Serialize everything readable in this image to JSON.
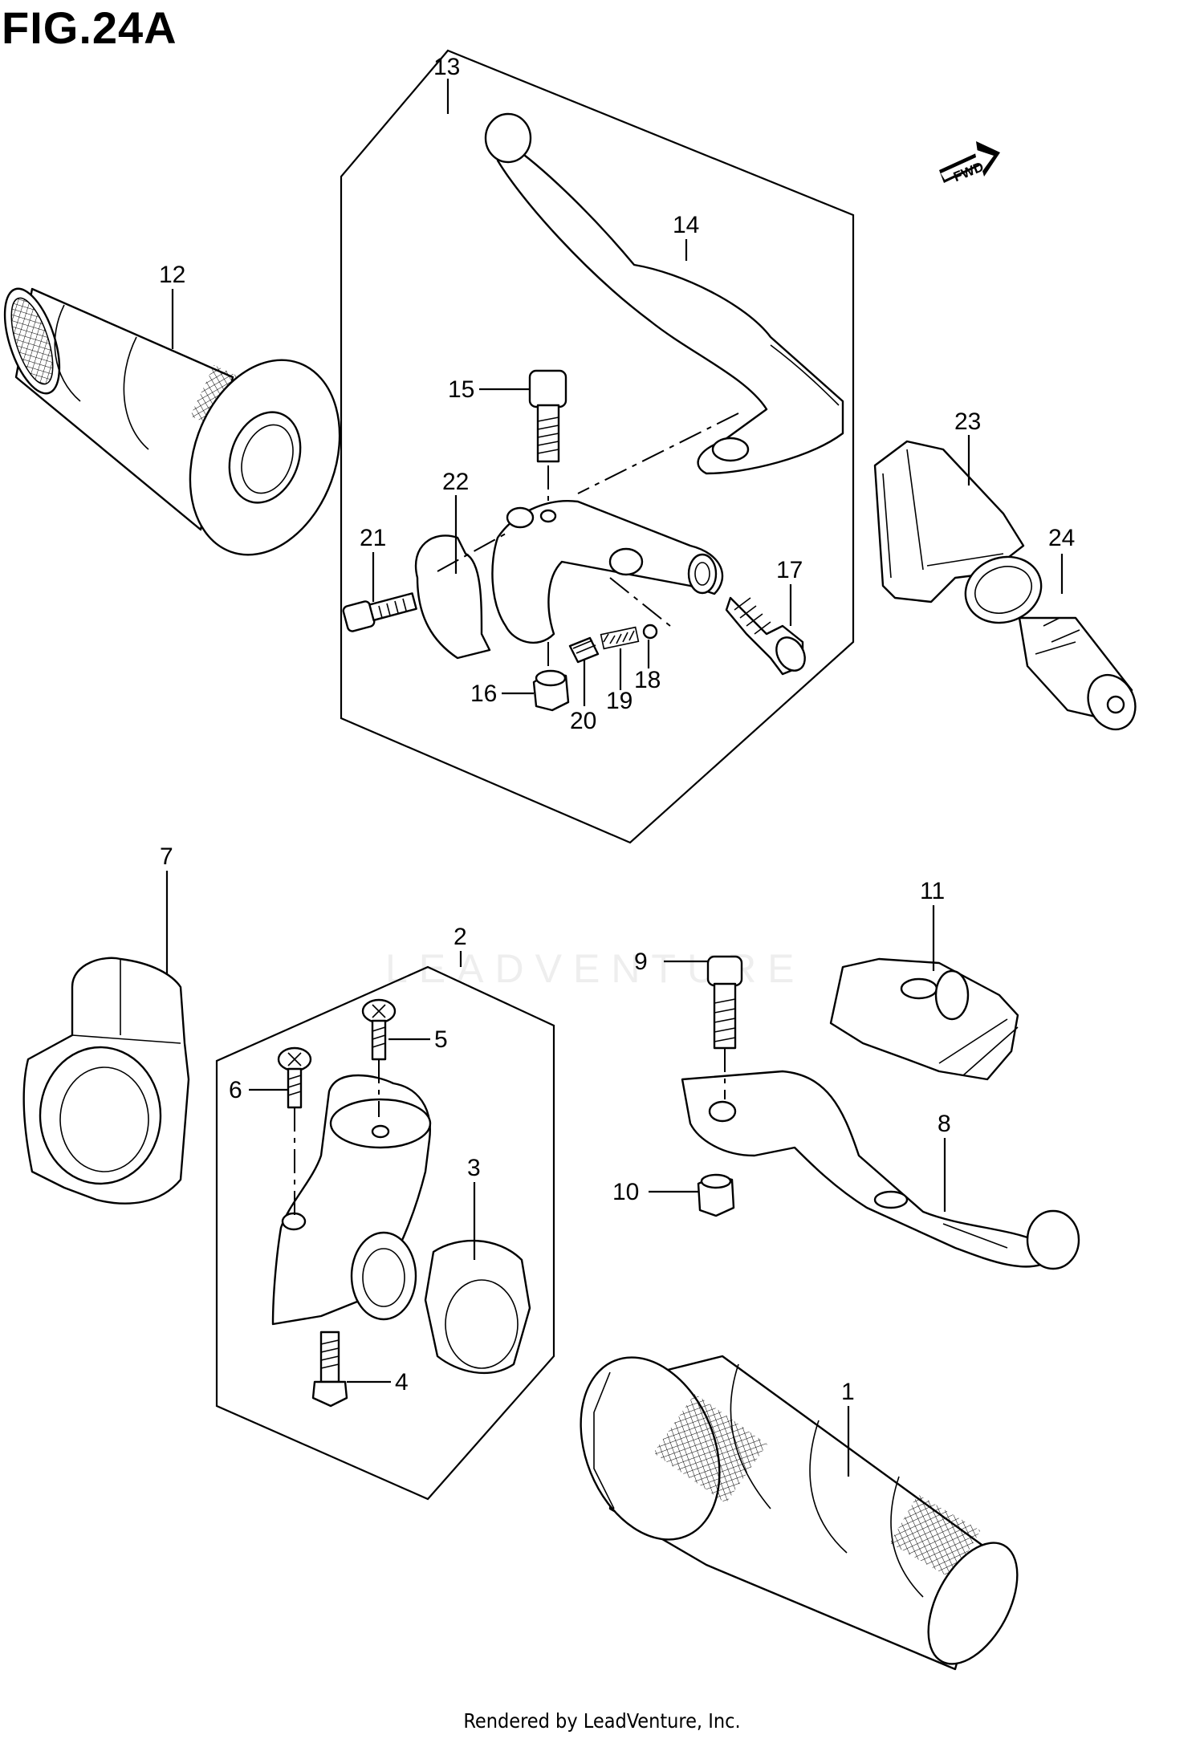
{
  "figure": {
    "title": "FIG.24A",
    "footer": "Rendered by LeadVenture, Inc.",
    "watermark": "LEADVENTURE",
    "fwd_label": "FWD"
  },
  "callouts": [
    {
      "id": "1",
      "label": "1"
    },
    {
      "id": "2",
      "label": "2"
    },
    {
      "id": "3",
      "label": "3"
    },
    {
      "id": "4",
      "label": "4"
    },
    {
      "id": "5",
      "label": "5"
    },
    {
      "id": "6",
      "label": "6"
    },
    {
      "id": "7",
      "label": "7"
    },
    {
      "id": "8",
      "label": "8"
    },
    {
      "id": "9",
      "label": "9"
    },
    {
      "id": "10",
      "label": "10"
    },
    {
      "id": "11",
      "label": "11"
    },
    {
      "id": "12",
      "label": "12"
    },
    {
      "id": "13",
      "label": "13"
    },
    {
      "id": "14",
      "label": "14"
    },
    {
      "id": "15",
      "label": "15"
    },
    {
      "id": "16",
      "label": "16"
    },
    {
      "id": "17",
      "label": "17"
    },
    {
      "id": "18",
      "label": "18"
    },
    {
      "id": "19",
      "label": "19"
    },
    {
      "id": "20",
      "label": "20"
    },
    {
      "id": "21",
      "label": "21"
    },
    {
      "id": "22",
      "label": "22"
    },
    {
      "id": "23",
      "label": "23"
    },
    {
      "id": "24",
      "label": "24"
    }
  ]
}
